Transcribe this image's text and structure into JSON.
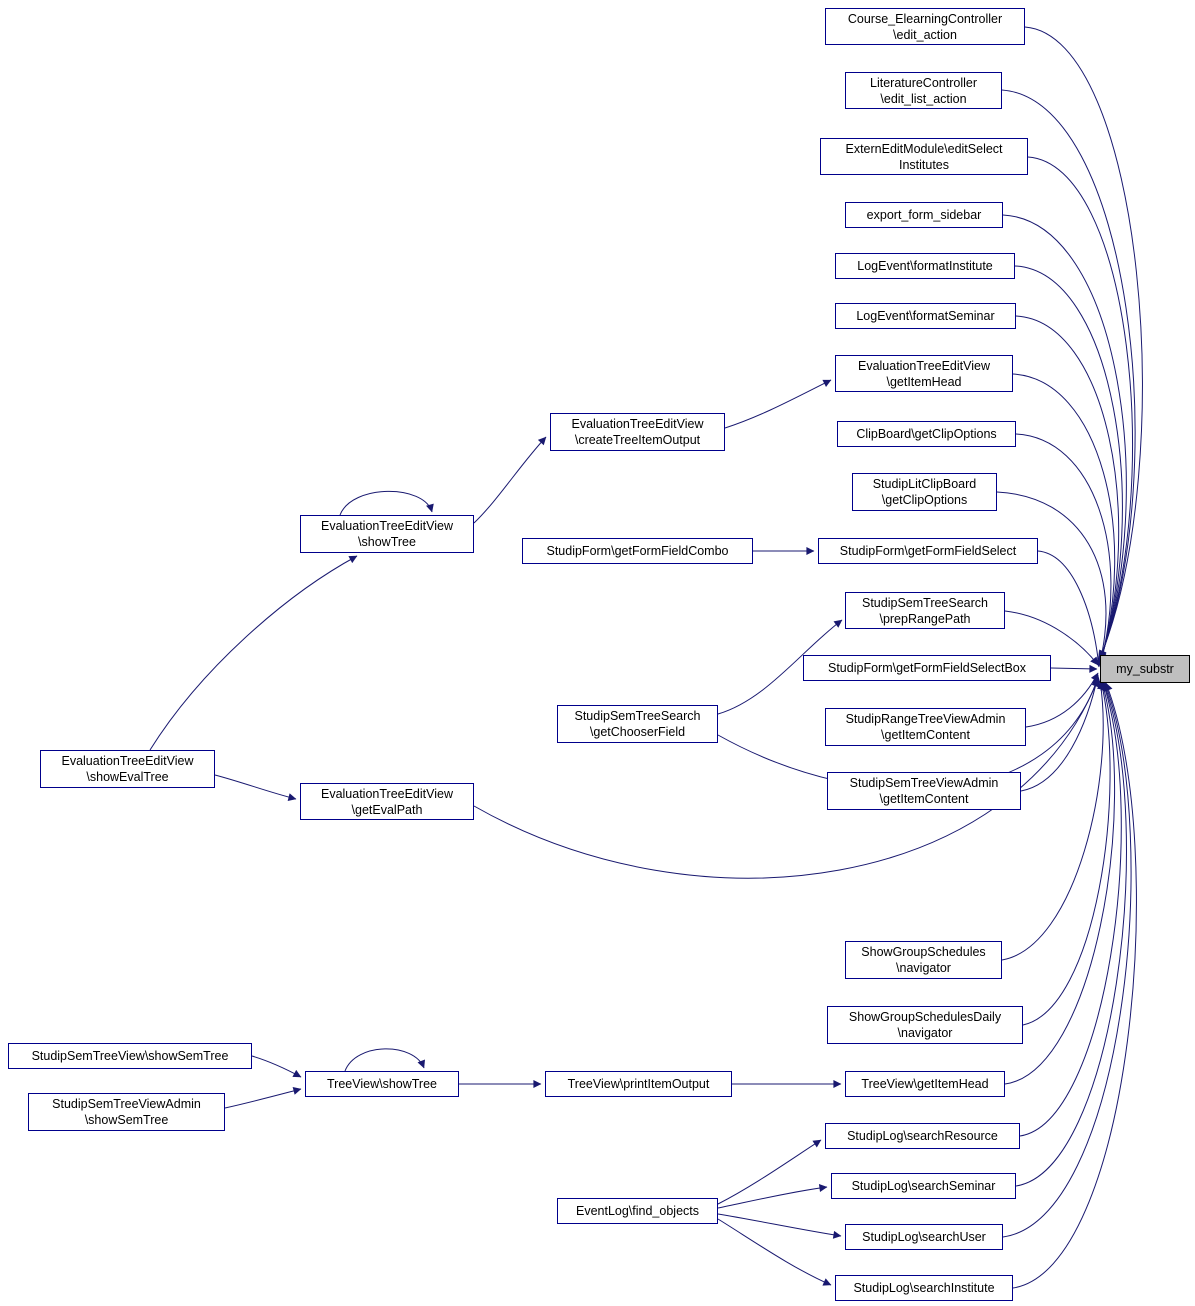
{
  "colors": {
    "edge": "#191970",
    "node_border": "#00008b",
    "node_bg": "#ffffff",
    "highlight_bg": "#bfbfbf",
    "text": "#000000"
  },
  "target_node": "my_substr",
  "nodes": {
    "course_elearning_edit_action": [
      "Course_ElearningController",
      "\\edit_action"
    ],
    "literature_edit_list_action": [
      "LiteratureController",
      "\\edit_list_action"
    ],
    "extern_editselect_institutes": [
      "ExternEditModule\\editSelect",
      "Institutes"
    ],
    "export_form_sidebar": [
      "export_form_sidebar"
    ],
    "logevent_format_institute": [
      "LogEvent\\formatInstitute"
    ],
    "logevent_format_seminar": [
      "LogEvent\\formatSeminar"
    ],
    "evaltree_getitemhead": [
      "EvaluationTreeEditView",
      "\\getItemHead"
    ],
    "clipboard_getclipoptions": [
      "ClipBoard\\getClipOptions"
    ],
    "studiplit_getclipoptions": [
      "StudipLitClipBoard",
      "\\getClipOptions"
    ],
    "form_getformfieldselect": [
      "StudipForm\\getFormFieldSelect"
    ],
    "semtreesearch_preprangepath": [
      "StudipSemTreeSearch",
      "\\prepRangePath"
    ],
    "form_getformfieldselectbox": [
      "StudipForm\\getFormFieldSelectBox"
    ],
    "rangetree_getitemcontent": [
      "StudipRangeTreeViewAdmin",
      "\\getItemContent"
    ],
    "semtreeadmin_getitemcontent": [
      "StudipSemTreeViewAdmin",
      "\\getItemContent"
    ],
    "showgroupschedules_navigator": [
      "ShowGroupSchedules",
      "\\navigator"
    ],
    "showgroupschedulesdaily_navigator": [
      "ShowGroupSchedulesDaily",
      "\\navigator"
    ],
    "treeview_getitemhead": [
      "TreeView\\getItemHead"
    ],
    "studiplog_searchresource": [
      "StudipLog\\searchResource"
    ],
    "studiplog_searchseminar": [
      "StudipLog\\searchSeminar"
    ],
    "studiplog_searchuser": [
      "StudipLog\\searchUser"
    ],
    "studiplog_searchinstitute": [
      "StudipLog\\searchInstitute"
    ],
    "evaltree_createtreeitemoutput": [
      "EvaluationTreeEditView",
      "\\createTreeItemOutput"
    ],
    "form_getformfieldcombo": [
      "StudipForm\\getFormFieldCombo"
    ],
    "semtreesearch_getchooserfield": [
      "StudipSemTreeSearch",
      "\\getChooserField"
    ],
    "treeview_printitemoutput": [
      "TreeView\\printItemOutput"
    ],
    "eventlog_find_objects": [
      "EventLog\\find_objects"
    ],
    "evaltree_showtree": [
      "EvaluationTreeEditView",
      "\\showTree"
    ],
    "evaltree_getevalpath": [
      "EvaluationTreeEditView",
      "\\getEvalPath"
    ],
    "treeview_showtree": [
      "TreeView\\showTree"
    ],
    "evaltree_showevaltree": [
      "EvaluationTreeEditView",
      "\\showEvalTree"
    ],
    "semtreeview_showsemtree": [
      "StudipSemTreeView\\showSemTree"
    ],
    "semtreeadmin_showsemtree": [
      "StudipSemTreeViewAdmin",
      "\\showSemTree"
    ],
    "my_substr": [
      "my_substr"
    ]
  },
  "edges": [
    {
      "from": "course_elearning_edit_action",
      "to": "my_substr"
    },
    {
      "from": "literature_edit_list_action",
      "to": "my_substr"
    },
    {
      "from": "extern_editselect_institutes",
      "to": "my_substr"
    },
    {
      "from": "export_form_sidebar",
      "to": "my_substr"
    },
    {
      "from": "logevent_format_institute",
      "to": "my_substr"
    },
    {
      "from": "logevent_format_seminar",
      "to": "my_substr"
    },
    {
      "from": "evaltree_getitemhead",
      "to": "my_substr"
    },
    {
      "from": "clipboard_getclipoptions",
      "to": "my_substr"
    },
    {
      "from": "studiplit_getclipoptions",
      "to": "my_substr"
    },
    {
      "from": "form_getformfieldselect",
      "to": "my_substr"
    },
    {
      "from": "semtreesearch_preprangepath",
      "to": "my_substr"
    },
    {
      "from": "form_getformfieldselectbox",
      "to": "my_substr"
    },
    {
      "from": "rangetree_getitemcontent",
      "to": "my_substr"
    },
    {
      "from": "semtreeadmin_getitemcontent",
      "to": "my_substr"
    },
    {
      "from": "semtreesearch_getchooserfield",
      "to": "my_substr"
    },
    {
      "from": "evaltree_getevalpath",
      "to": "my_substr"
    },
    {
      "from": "showgroupschedules_navigator",
      "to": "my_substr"
    },
    {
      "from": "showgroupschedulesdaily_navigator",
      "to": "my_substr"
    },
    {
      "from": "treeview_getitemhead",
      "to": "my_substr"
    },
    {
      "from": "studiplog_searchresource",
      "to": "my_substr"
    },
    {
      "from": "studiplog_searchseminar",
      "to": "my_substr"
    },
    {
      "from": "studiplog_searchuser",
      "to": "my_substr"
    },
    {
      "from": "studiplog_searchinstitute",
      "to": "my_substr"
    },
    {
      "from": "evaltree_createtreeitemoutput",
      "to": "evaltree_getitemhead"
    },
    {
      "from": "evaltree_showtree",
      "to": "evaltree_createtreeitemoutput"
    },
    {
      "from": "evaltree_showtree",
      "to": "evaltree_showtree"
    },
    {
      "from": "form_getformfieldcombo",
      "to": "form_getformfieldselect"
    },
    {
      "from": "semtreesearch_getchooserfield",
      "to": "semtreesearch_preprangepath"
    },
    {
      "from": "evaltree_showevaltree",
      "to": "evaltree_showtree"
    },
    {
      "from": "evaltree_showevaltree",
      "to": "evaltree_getevalpath"
    },
    {
      "from": "semtreeview_showsemtree",
      "to": "treeview_showtree"
    },
    {
      "from": "semtreeadmin_showsemtree",
      "to": "treeview_showtree"
    },
    {
      "from": "treeview_showtree",
      "to": "treeview_showtree"
    },
    {
      "from": "treeview_showtree",
      "to": "treeview_printitemoutput"
    },
    {
      "from": "treeview_printitemoutput",
      "to": "treeview_getitemhead"
    },
    {
      "from": "eventlog_find_objects",
      "to": "studiplog_searchresource"
    },
    {
      "from": "eventlog_find_objects",
      "to": "studiplog_searchseminar"
    },
    {
      "from": "eventlog_find_objects",
      "to": "studiplog_searchuser"
    },
    {
      "from": "eventlog_find_objects",
      "to": "studiplog_searchinstitute"
    }
  ]
}
